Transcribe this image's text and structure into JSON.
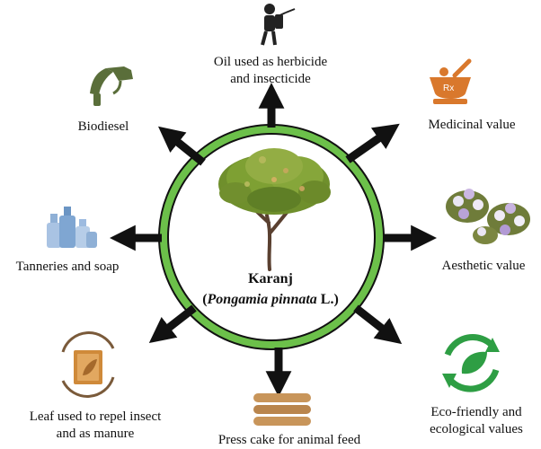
{
  "center": {
    "name": "Karanj",
    "scientific_genus_species": "Pongamia pinnata",
    "scientific_authority": "L.",
    "paren_open": "(",
    "paren_close": ")"
  },
  "benefits": {
    "herbicide": {
      "line1": "Oil used as herbicide",
      "line2": "and insecticide",
      "icon": "sprayer-person-icon"
    },
    "medicinal": {
      "line1": "Medicinal value",
      "icon": "mortar-pestle-rx-icon"
    },
    "aesthetic": {
      "line1": "Aesthetic value",
      "icon": "flower-cluster-icon"
    },
    "eco": {
      "line1": "Eco-friendly and",
      "line2": "ecological values",
      "icon": "recycle-leaf-icon"
    },
    "presscake": {
      "line1": "Press cake for animal feed",
      "icon": "press-cake-icon"
    },
    "leaf": {
      "line1": "Leaf used to repel insect",
      "line2": "and as manure",
      "icon": "leaf-compost-icon"
    },
    "tanneries": {
      "line1": "Tanneries and soap",
      "icon": "bottles-icon"
    },
    "biodiesel": {
      "line1": "Biodiesel",
      "icon": "fuel-nozzle-icon"
    }
  },
  "colors": {
    "ring": "#6cc04a",
    "arrow": "#111111",
    "icon_orange": "#d9782c",
    "icon_green": "#2e9e44"
  }
}
